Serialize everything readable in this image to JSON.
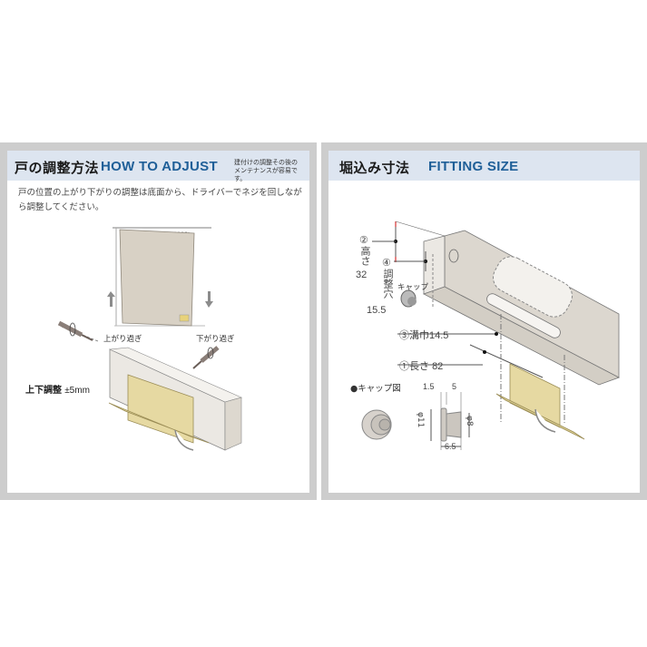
{
  "left_panel": {
    "title_jp": "戸の調整方法",
    "title_en": "HOW TO ADJUST",
    "note_line1": "建付けの調整その後の",
    "note_line2": "メンテナンスが容易です。",
    "description": "戸の位置の上がり下がりの調整は底面から、ドライバーでネジを回しながら調整してください。",
    "door_diagram": {
      "label_up": "上がり過ぎ",
      "label_down": "下がり過ぎ",
      "arrow_up_icon": "arrow-up",
      "arrow_down_icon": "arrow-down"
    },
    "adjust_diagram": {
      "label": "上下調整",
      "value": "±5mm"
    }
  },
  "right_panel": {
    "title_jp": "堀込み寸法",
    "title_en": "FITTING SIZE",
    "dimensions": {
      "height_num": "②",
      "height_label": "高さ",
      "height_value": "32",
      "hole_num": "④",
      "hole_label": "調整穴",
      "hole_value": "15.5",
      "cap_label": "キャップ",
      "groove_label": "③溝巾",
      "groove_value": "14.5",
      "length_label": "①長さ",
      "length_value": "82"
    },
    "cap_diagram": {
      "title": "●キャップ図",
      "dim_flange": "1.5",
      "dim_body": "5",
      "dim_outer_dia": "φ11",
      "dim_inner_dia": "φ8",
      "dim_total": "6.5"
    }
  },
  "colors": {
    "frame": "#cdcdcd",
    "header_bg": "#dde5f0",
    "title_blue": "#1f5f98",
    "wall": "#dcd7cf",
    "hardware": "#e6d9a2",
    "dim_red": "#d94040"
  }
}
